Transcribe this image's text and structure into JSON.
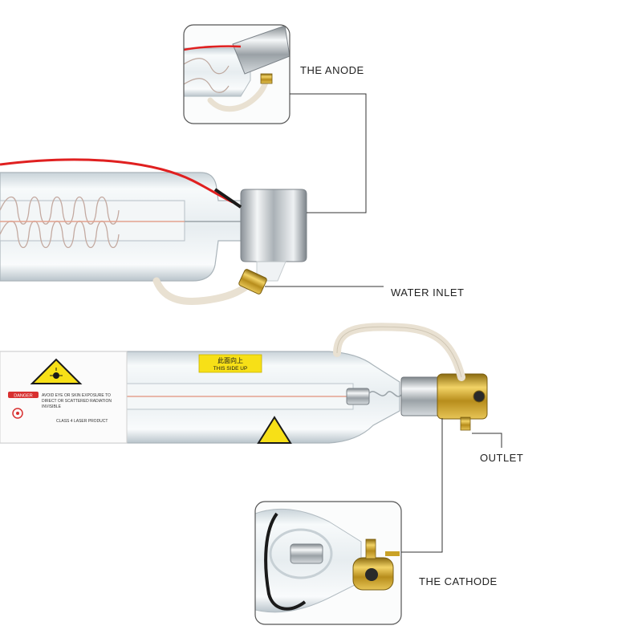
{
  "callouts": {
    "anode": "THE ANODE",
    "water_inlet": "WATER INLET",
    "outlet": "OUTLET",
    "cathode": "THE CATHODE"
  },
  "tube_labels": {
    "this_side_up_cn": "此面向上",
    "this_side_up_en": "THIS SIDE UP",
    "danger_badge": "DANGER",
    "warning_line1": "AVOID EYE OR SKIN EXPOSURE TO",
    "warning_line2": "DIRECT OR SCATTERED RADIATION",
    "warning_line3": "INVISIBLE",
    "class_label": "CLASS 4 LASER PRODUCT"
  },
  "colors": {
    "leader_line": "#333333",
    "frame": "#555555",
    "glass": "#e8eef2",
    "wire_red": "#e02020",
    "brass": "#c9a227",
    "warning_yellow": "#f7e017",
    "text": "#222222"
  }
}
